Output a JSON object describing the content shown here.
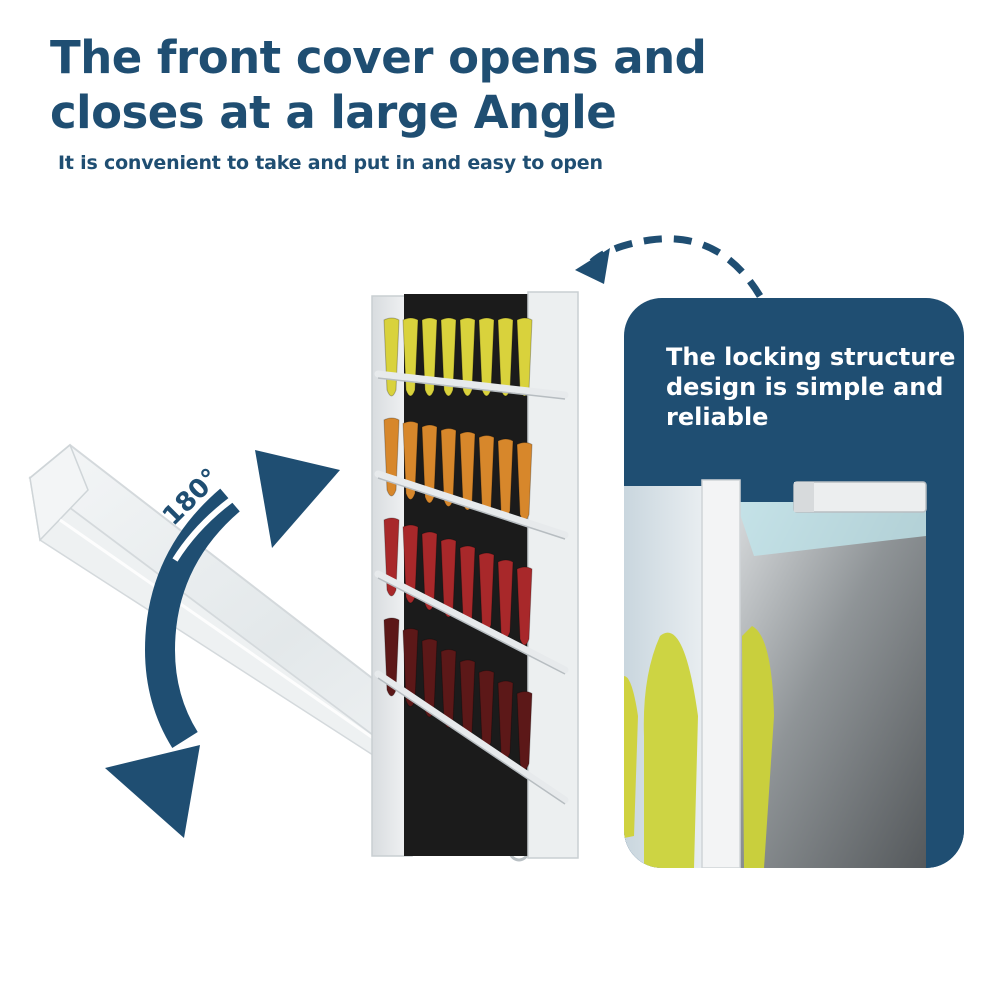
{
  "headline": {
    "line1": "The front cover opens and",
    "line2": "closes at a large Angle"
  },
  "subheadline": "It is convenient to take and put in and easy to open",
  "rotation_label": "180°",
  "callout": {
    "text": "The locking structure design is simple and reliable"
  },
  "colors": {
    "brand_blue": "#1f4e72",
    "nail_rows": [
      "#d9d23c",
      "#d7872b",
      "#a8282a",
      "#5c1818"
    ]
  },
  "icons": [
    "rotation-arrow-icon",
    "dashed-arrow-icon"
  ]
}
